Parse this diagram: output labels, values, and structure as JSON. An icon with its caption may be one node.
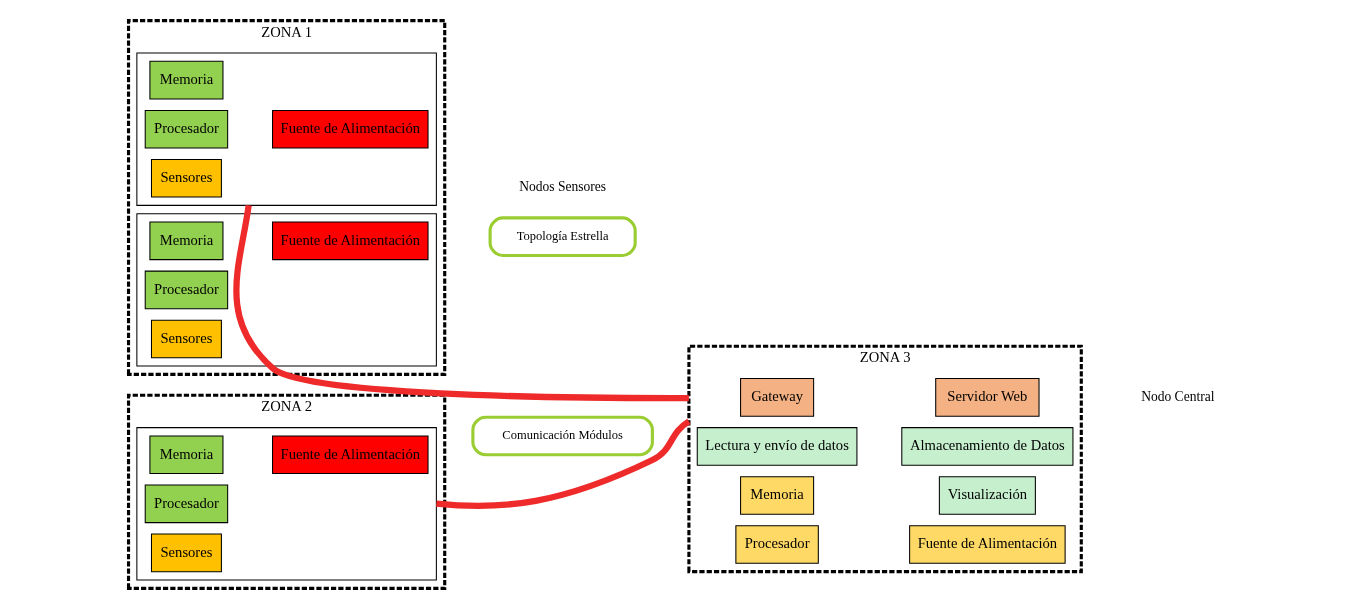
{
  "diagram": {
    "nodes": [
      {
        "text": [
          "ZONA 1"
        ]
      },
      {
        "text": [],
        "shape": "box",
        "in": 0
      },
      {
        "text": [
          "Memoria"
        ],
        "in": 1
      },
      {
        "text": [
          "Fuente de Alimentación"
        ],
        "in": 1
      },
      {
        "text": [
          "Procesador"
        ],
        "in": 1
      },
      {
        "text": [
          "Sensores"
        ],
        "in": 1
      },
      {
        "text": [],
        "shape": "box",
        "in": 0
      },
      {
        "text": [
          "Memoria"
        ],
        "in": 6
      },
      {
        "text": [
          "Fuente de Alimentación"
        ],
        "in": 6
      },
      {
        "text": [
          "Procesador"
        ],
        "in": 6
      },
      {
        "text": [
          "Sensores"
        ],
        "in": 6
      },
      {
        "text": [
          "Topología Estrella"
        ]
      },
      {
        "text": [
          "ZONA 2"
        ]
      },
      {
        "text": [],
        "shape": "box",
        "in": 12
      },
      {
        "text": [
          "Memoria"
        ],
        "in": 13
      },
      {
        "text": [
          "Fuente de Alimentación"
        ],
        "in": 13
      },
      {
        "text": [
          "Procesador"
        ],
        "in": 13
      },
      {
        "text": [
          "Sensores"
        ],
        "in": 13
      },
      {
        "text": [
          "Comunicación Módulos"
        ]
      },
      {
        "text": [
          "ZONA 3"
        ]
      },
      {
        "text": [
          "Gateway"
        ],
        "in": 19
      },
      {
        "text": [
          "Servidor Web"
        ],
        "in": 19
      },
      {
        "text": [
          "Lectura y envío de datos"
        ],
        "in": 19
      },
      {
        "text": [
          "Almacenamiento de Datos"
        ],
        "in": 19
      },
      {
        "text": [
          "Visualización"
        ],
        "in": 19
      },
      {
        "text": [
          "Memoria"
        ],
        "in": 19
      },
      {
        "text": [
          "Fuente de Alimentación"
        ],
        "in": 19
      },
      {
        "text": [
          "Procesador"
        ],
        "in": 19
      }
    ],
    "edges": [
      {
        "from": 1,
        "to": 19,
        "arrow": "none"
      },
      {
        "from": 13,
        "to": 19,
        "arrow": "none"
      }
    ],
    "labels": [
      "Nodos Sensores",
      "Nodo Central"
    ]
  }
}
